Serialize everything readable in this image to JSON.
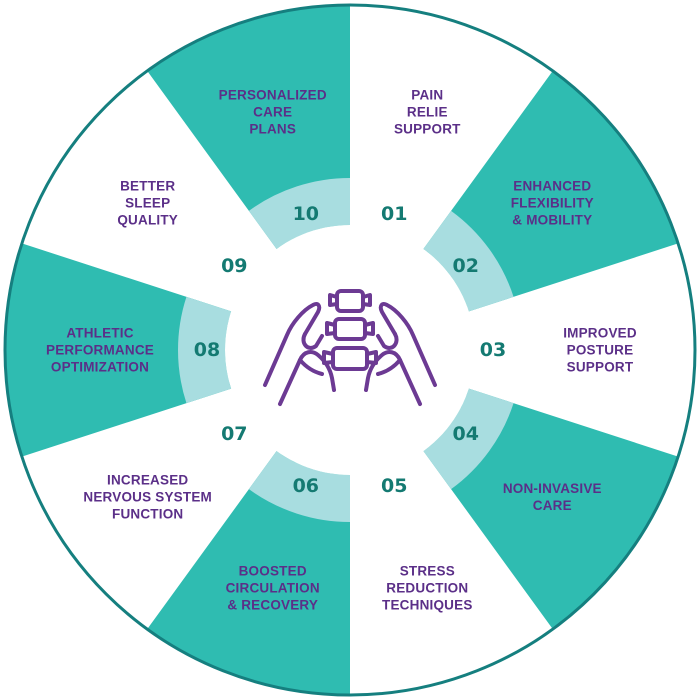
{
  "colors": {
    "teal": "#2fbcb1",
    "light_teal": "#a8dde0",
    "white": "#ffffff",
    "border": "#157f7f",
    "number": "#147a72",
    "label": "#5b2f88",
    "icon": "#6c3a93"
  },
  "center_icon": "spine-in-hands-icon",
  "segments": [
    {
      "number": "01",
      "label": [
        "PAIN",
        "RELIE",
        "SUPPORT"
      ],
      "fill": "white"
    },
    {
      "number": "02",
      "label": [
        "ENHANCED",
        "FLEXIBILITY",
        "& MOBILITY"
      ],
      "fill": "teal"
    },
    {
      "number": "03",
      "label": [
        "IMPROVED",
        "POSTURE",
        "SUPPORT"
      ],
      "fill": "white"
    },
    {
      "number": "04",
      "label": [
        "NON-INVASIVE",
        "CARE"
      ],
      "fill": "teal"
    },
    {
      "number": "05",
      "label": [
        "STRESS",
        "REDUCTION",
        "TECHNIQUES"
      ],
      "fill": "white"
    },
    {
      "number": "06",
      "label": [
        "BOOSTED",
        "CIRCULATION",
        "& RECOVERY"
      ],
      "fill": "teal"
    },
    {
      "number": "07",
      "label": [
        "INCREASED",
        "NERVOUS SYSTEM",
        "FUNCTION"
      ],
      "fill": "white"
    },
    {
      "number": "08",
      "label": [
        "ATHLETIC",
        "PERFORMANCE",
        "OPTIMIZATION"
      ],
      "fill": "teal"
    },
    {
      "number": "09",
      "label": [
        "BETTER",
        "SLEEP",
        "QUALITY"
      ],
      "fill": "white"
    },
    {
      "number": "10",
      "label": [
        "PERSONALIZED",
        "CARE",
        "PLANS"
      ],
      "fill": "teal"
    }
  ]
}
